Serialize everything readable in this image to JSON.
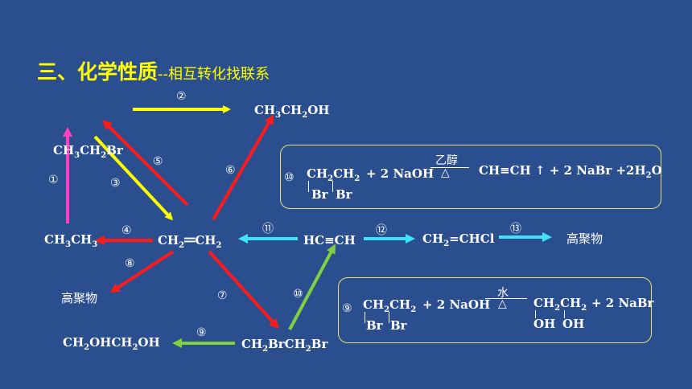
{
  "title": {
    "main": "三、化学性质",
    "sub": "--相互转化找联系"
  },
  "species": {
    "ethanol": {
      "a": "CH",
      "b": "3",
      "c": "CH",
      "d": "2",
      "e": "OH"
    },
    "bromoethane": {
      "a": "CH",
      "b": "3",
      "c": "CH",
      "d": "2",
      "e": "Br"
    },
    "ethane": {
      "a": "CH",
      "b": "3",
      "c": "CH",
      "d": "3"
    },
    "ethylene": {
      "a": "CH",
      "b": "2",
      "c": "CH",
      "d": "2",
      "bond": "═"
    },
    "acetylene": "HC≡CH",
    "vinyl_chloride": {
      "a": "CH",
      "b": "2",
      "c": "=CHCl"
    },
    "polymer_left": "高聚物",
    "polymer_right": "高聚物",
    "dibromoethane": {
      "a": "CH",
      "b": "2",
      "c": "BrCH",
      "d": "2",
      "e": "Br"
    },
    "glycol": {
      "a": "CH",
      "b": "2",
      "c": "OHCH",
      "d": "2",
      "e": "OH"
    }
  },
  "labels": [
    "②",
    "⑤",
    "③",
    "⑥",
    "①",
    "④",
    "⑧",
    "⑦",
    "⑨",
    "⑩",
    "⑪",
    "⑫",
    "⑬"
  ],
  "box_top": {
    "num": "⑩",
    "reactant": {
      "a": "CH",
      "b": "2",
      "c": "CH",
      "d": "2"
    },
    "br1": "Br",
    "br2": "Br",
    "reagent": "+ 2 NaOH",
    "condition_top": "乙醇",
    "condition_bottom": "△",
    "products": "CH≡CH ↑ +  2 NaBr  +2H",
    "water_sub": "2",
    "water_o": "O"
  },
  "box_bottom": {
    "num": "⑨",
    "reactant": {
      "a": "CH",
      "b": "2",
      "c": "CH",
      "d": "2"
    },
    "br1": "Br",
    "br2": "Br",
    "reagent": "+ 2 NaOH",
    "condition_top": "水",
    "condition_bottom": "△",
    "product": {
      "a": "CH",
      "b": "2",
      "c": "CH",
      "d": "2"
    },
    "oh1": "OH",
    "oh2": "OH",
    "byproduct": "+ 2 NaBr"
  },
  "colors": {
    "background": "#2b4f8e",
    "yellow": "#ffff00",
    "red": "#ff1a1a",
    "magenta": "#ff40c0",
    "cyan": "#40e0ff",
    "green": "#80d040",
    "box_border": "#e8e070"
  }
}
